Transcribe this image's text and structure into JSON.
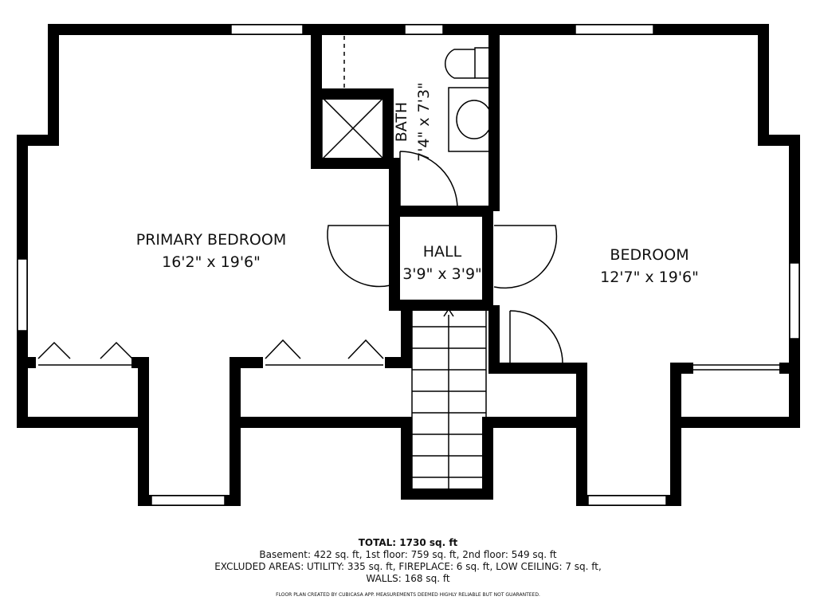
{
  "rooms": {
    "primary": {
      "name": "PRIMARY BEDROOM",
      "dims": "16'2\" x 19'6\""
    },
    "bath": {
      "name": "BATH",
      "dims": "7'4\" x 7'3\""
    },
    "hall": {
      "name": "HALL",
      "dims": "3'9\" x 3'9\""
    },
    "bedroom": {
      "name": "BEDROOM",
      "dims": "12'7\" x 19'6\""
    }
  },
  "footer": {
    "total": "TOTAL: 1730 sq. ft",
    "floors": "Basement: 422 sq. ft, 1st floor: 759 sq. ft, 2nd floor: 549 sq. ft",
    "excluded": "EXCLUDED AREAS: UTILITY: 335 sq. ft, FIREPLACE: 6 sq. ft, LOW CEILING: 7 sq. ft,",
    "walls": "WALLS: 168 sq. ft",
    "disclaimer": "FLOOR PLAN CREATED BY CUBICASA APP. MEASUREMENTS DEEMED HIGHLY RELIABLE BUT NOT GUARANTEED."
  }
}
